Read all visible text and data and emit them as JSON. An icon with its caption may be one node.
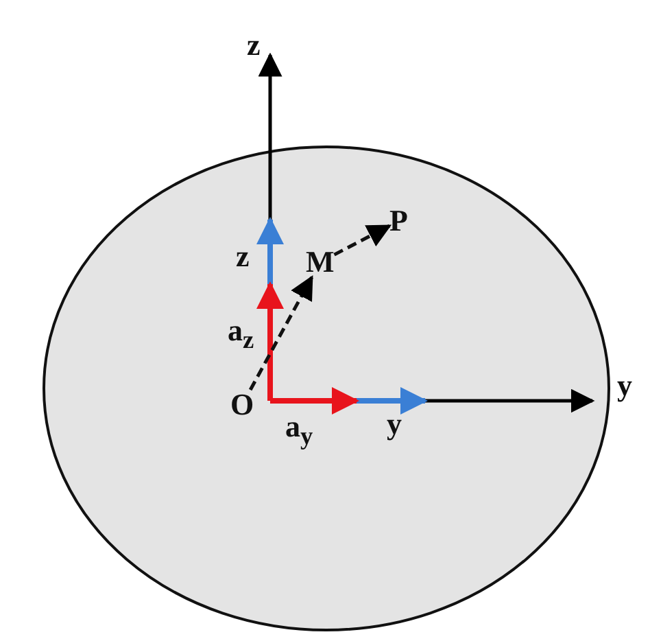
{
  "diagram": {
    "nodes": [
      {
        "text": [
          "O"
        ]
      },
      {
        "text": [
          "M"
        ]
      },
      {
        "text": [
          "P"
        ]
      }
    ],
    "edges": [
      {
        "from": 0,
        "to": 1,
        "arrow": "to",
        "style": "dashed"
      },
      {
        "from": 1,
        "to": 2,
        "arrow": "to",
        "style": "dashed"
      }
    ],
    "labels": [
      "z",
      "z",
      "a$_{z}$",
      "y",
      "a$_{y}$",
      "y"
    ]
  }
}
